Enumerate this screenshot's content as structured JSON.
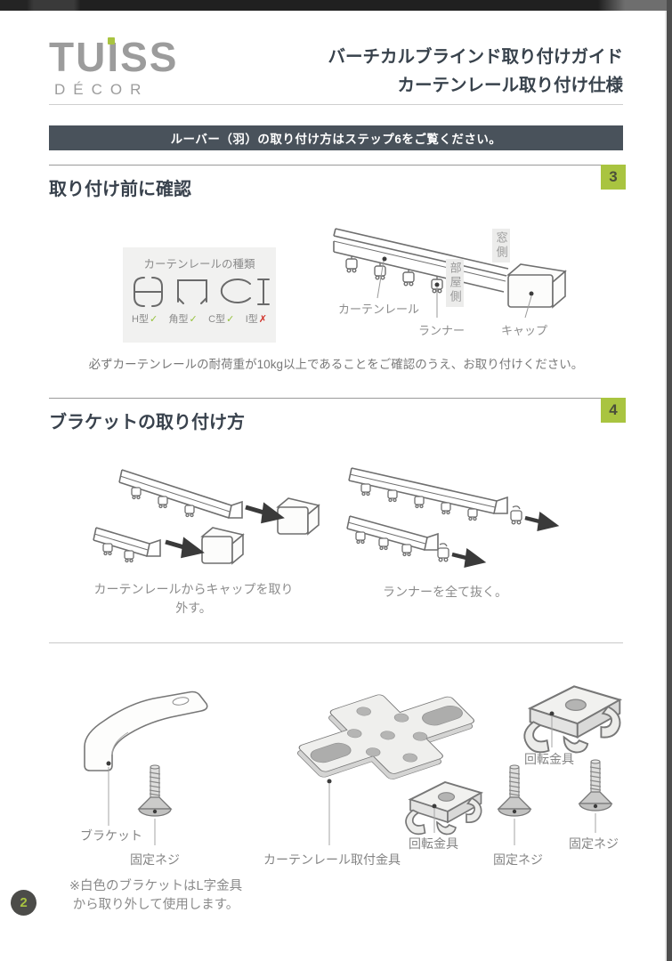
{
  "header": {
    "logo_text": "TUISS",
    "logo_sub": "DÉCOR",
    "title_line1": "バーチカルブラインド取り付けガイド",
    "title_line2": "カーテンレール取り付け仕様"
  },
  "banner": {
    "text": "ルーバー（羽）の取り付け方はステップ6をご覧ください。"
  },
  "sections": {
    "check": {
      "badge": "3",
      "heading": "取り付け前に確認",
      "rail_box": {
        "title": "カーテンレールの種類",
        "types": [
          {
            "label": "H型",
            "mark": "✓"
          },
          {
            "label": "角型",
            "mark": "✓"
          },
          {
            "label": "C型",
            "mark": "✓"
          },
          {
            "label": "I型",
            "mark": "✗"
          }
        ]
      },
      "diagram_labels": {
        "window_side": "窓側",
        "room_side": "部屋側",
        "rail": "カーテンレール",
        "runner": "ランナー",
        "cap": "キャップ"
      },
      "caution": "必ずカーテンレールの耐荷重が10kg以上であることをご確認のうえ、お取り付けください。"
    },
    "bracket": {
      "badge": "4",
      "heading": "ブラケットの取り付け方",
      "captions": {
        "remove_cap": "カーテンレールからキャップを取り外す。",
        "remove_runners": "ランナーを全て抜く。"
      },
      "parts": {
        "bracket_label": "ブラケット",
        "screw_label_1": "固定ネジ",
        "plate_label": "カーテンレール取付金具",
        "rotator_label_1": "回転金具",
        "screw_label_2": "固定ネジ",
        "rotator_label_2": "回転金具",
        "screw_label_3": "固定ネジ",
        "note": "※白色のブラケットはL字金具から取り外して使用します。"
      }
    }
  },
  "footer": {
    "page_number": "2"
  },
  "colors": {
    "accent_green": "#a9c440",
    "banner_bg": "#49525b",
    "heading_text": "#39424d",
    "check_green": "#95c23c",
    "cross_red": "#d03028"
  }
}
